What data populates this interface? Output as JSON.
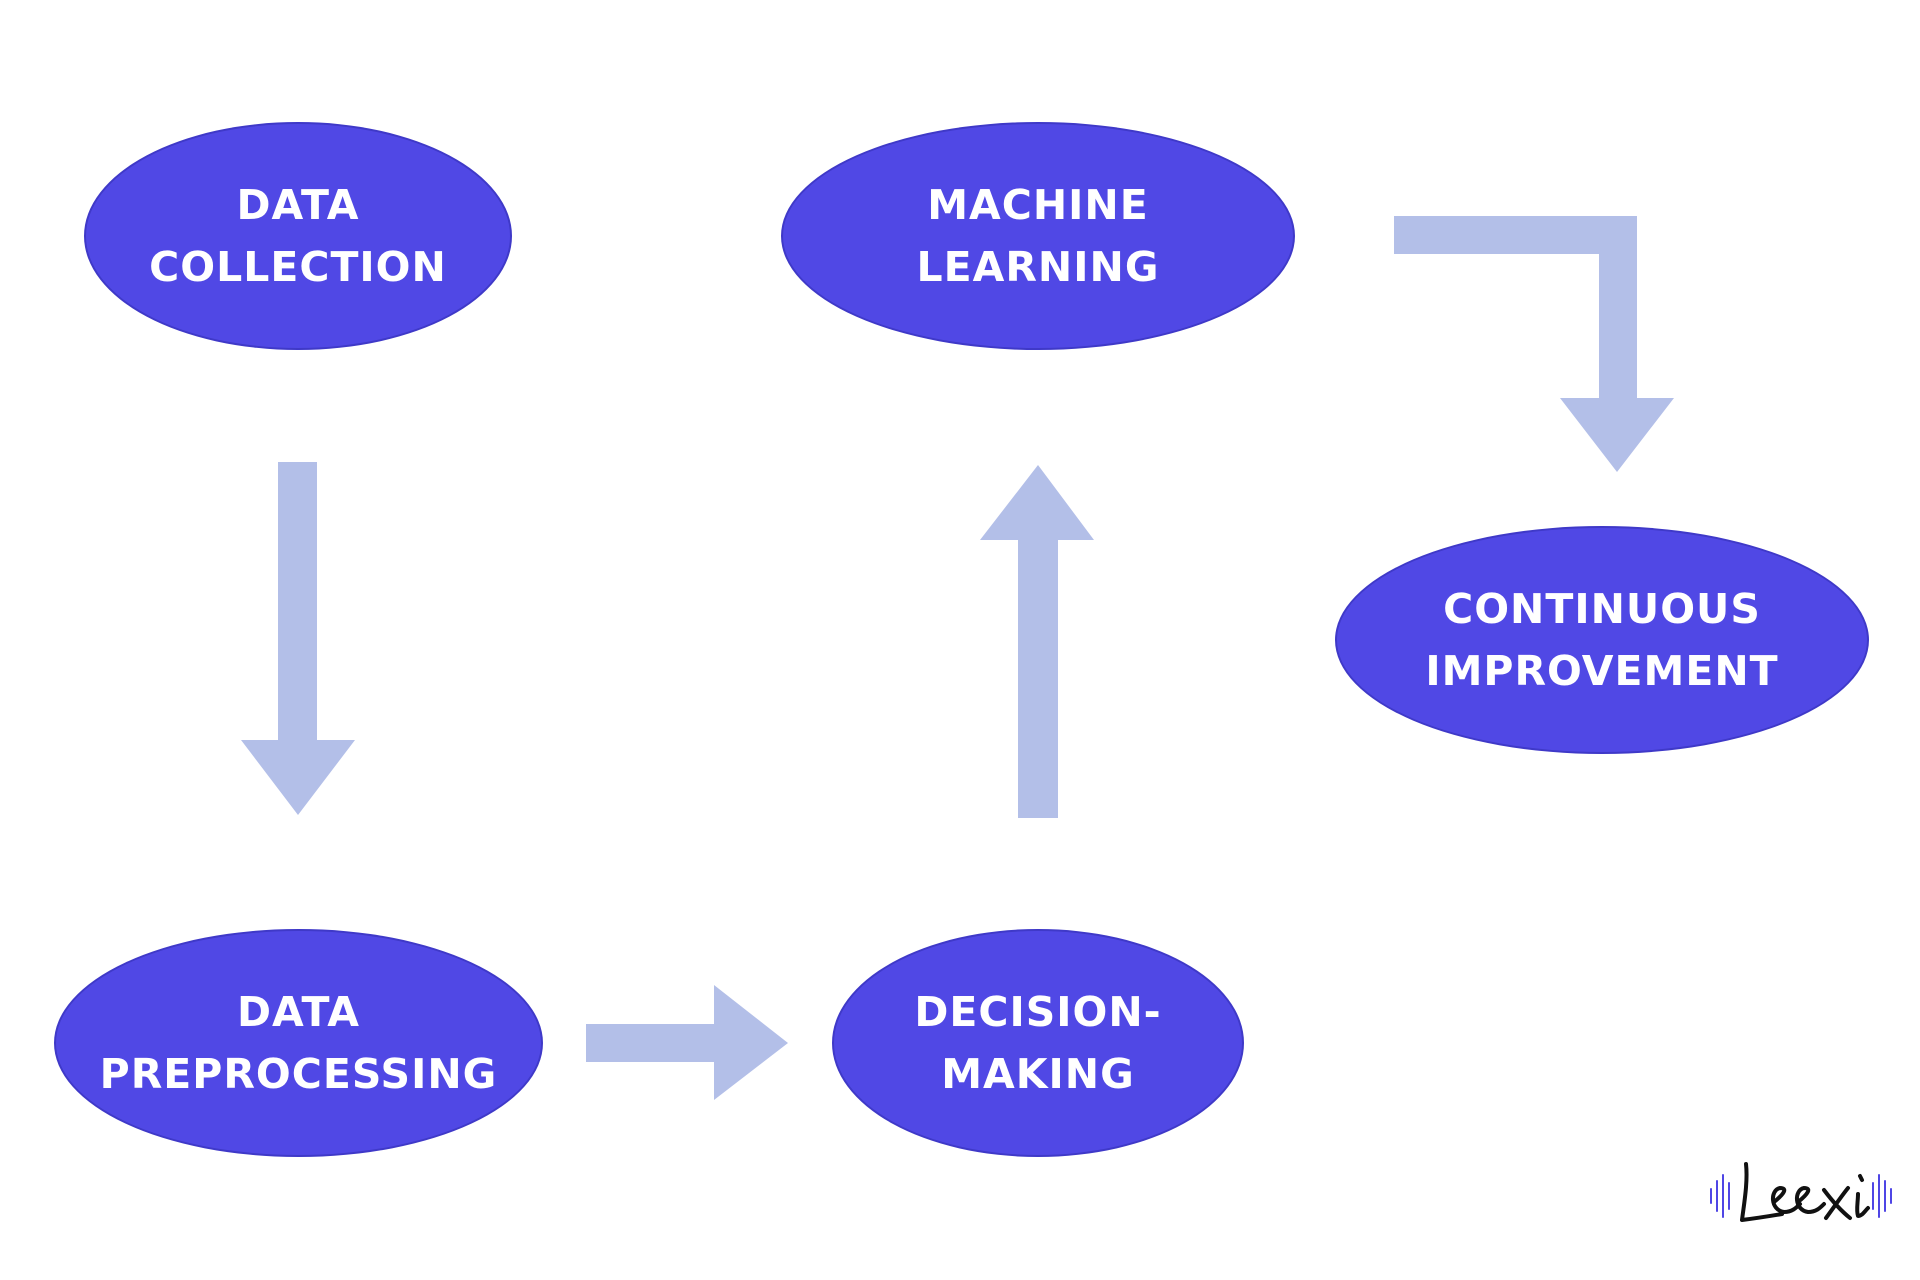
{
  "diagram": {
    "nodes": [
      {
        "id": "data-collection",
        "lines": [
          "DATA",
          "COLLECTION"
        ]
      },
      {
        "id": "machine-learning",
        "lines": [
          "MACHINE",
          "LEARNING"
        ]
      },
      {
        "id": "continuous-improvement",
        "lines": [
          "CONTINUOUS",
          "IMPROVEMENT"
        ]
      },
      {
        "id": "data-preprocessing",
        "lines": [
          "DATA",
          "PREPROCESSING"
        ]
      },
      {
        "id": "decision-making",
        "lines": [
          "DECISION-",
          "MAKING"
        ]
      }
    ],
    "edges": [
      {
        "from": "data-collection",
        "to": "data-preprocessing"
      },
      {
        "from": "data-preprocessing",
        "to": "decision-making"
      },
      {
        "from": "decision-making",
        "to": "machine-learning"
      },
      {
        "from": "machine-learning",
        "to": "continuous-improvement"
      }
    ],
    "colors": {
      "node_fill": "#5048e5",
      "node_text": "#ffffff",
      "arrow_fill": "#b3bfe8"
    }
  },
  "logo": {
    "text": "Leexi",
    "colors": {
      "script": "#111111",
      "bars": "#4f46e5"
    }
  }
}
